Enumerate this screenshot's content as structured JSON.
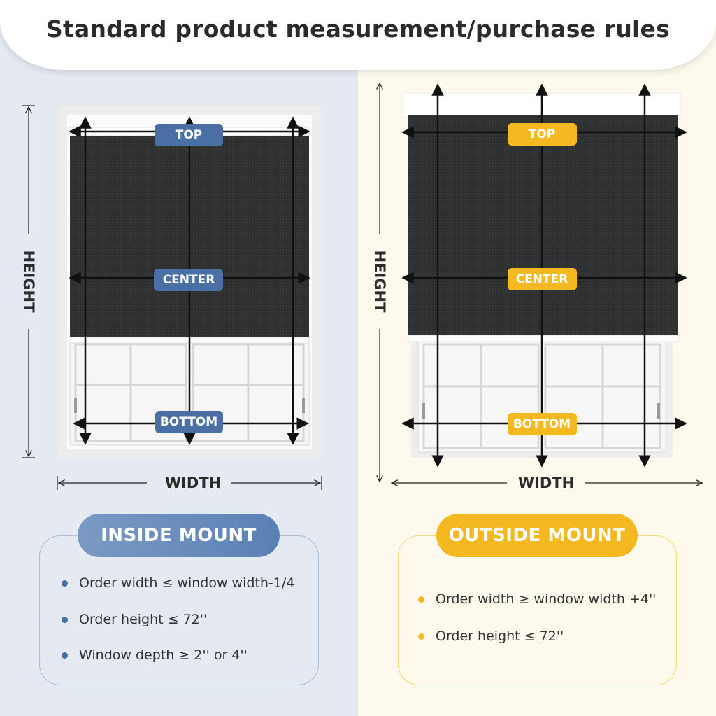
{
  "title": "Standard product measurement/purchase rules",
  "colors": {
    "inside_accent": "#4a6fa5",
    "outside_accent": "#f4b821",
    "shade": "#2e2f31",
    "arrow": "#111111"
  },
  "inside": {
    "pill_top": "TOP",
    "pill_center": "CENTER",
    "pill_bottom": "BOTTOM",
    "height_label": "HEIGHT",
    "width_label": "WIDTH",
    "mount_title": "INSIDE MOUNT",
    "rules": [
      "Order width ≤ window width-1/4",
      "Order height ≤ 72''",
      "Window depth ≥ 2'' or 4''"
    ]
  },
  "outside": {
    "pill_top": "TOP",
    "pill_center": "CENTER",
    "pill_bottom": "BOTTOM",
    "height_label": "HEIGHT",
    "width_label": "WIDTH",
    "mount_title": "OUTSIDE MOUNT",
    "rules": [
      "Order width ≥ window width +4''",
      "Order height ≤ 72''"
    ]
  }
}
